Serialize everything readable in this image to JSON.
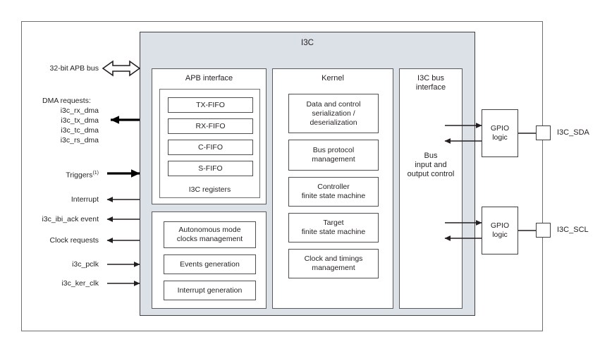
{
  "diagram": {
    "title": "I3C",
    "outer_frame_name": "device-boundary"
  },
  "left_signals": {
    "apb_bus": "32-bit APB bus",
    "dma_header": "DMA requests:",
    "dma_lines": [
      "i3c_rx_dma",
      "i3c_tx_dma",
      "i3c_tc_dma",
      "i3c_rs_dma"
    ],
    "triggers": "Triggers",
    "triggers_note": "(1)",
    "interrupt": "Interrupt",
    "ibi_ack": "i3c_ibi_ack event",
    "clock_requests": "Clock requests",
    "pclk": "i3c_pclk",
    "ker_clk": "i3c_ker_clk"
  },
  "columns": {
    "apb": {
      "title": "APB interface",
      "registers_caption": "I3C registers",
      "fifos": [
        "TX-FIFO",
        "RX-FIFO",
        "C-FIFO",
        "S-FIFO"
      ],
      "lower_blocks": [
        "Autonomous mode\nclocks management",
        "Events generation",
        "Interrupt generation"
      ]
    },
    "kernel": {
      "title": "Kernel",
      "blocks": [
        "Data and control\nserialization /\ndeserialization",
        "Bus protocol\nmanagement",
        "Controller\nfinite state machine",
        "Target\nfinite state machine",
        "Clock and timings\nmanagement"
      ]
    },
    "bus_interface": {
      "title": "I3C bus\ninterface",
      "body": "Bus\ninput and\noutput control"
    }
  },
  "right_side": {
    "gpio_sda": "GPIO\nlogic",
    "gpio_scl": "GPIO\nlogic",
    "pin_sda": "I3C_SDA",
    "pin_scl": "I3C_SCL"
  },
  "colors": {
    "i3c_fill": "#dce0e7",
    "border_dark": "#3f3f41",
    "border_mid": "#58595b",
    "text": "#231f20",
    "page_bg": "#ffffff"
  }
}
